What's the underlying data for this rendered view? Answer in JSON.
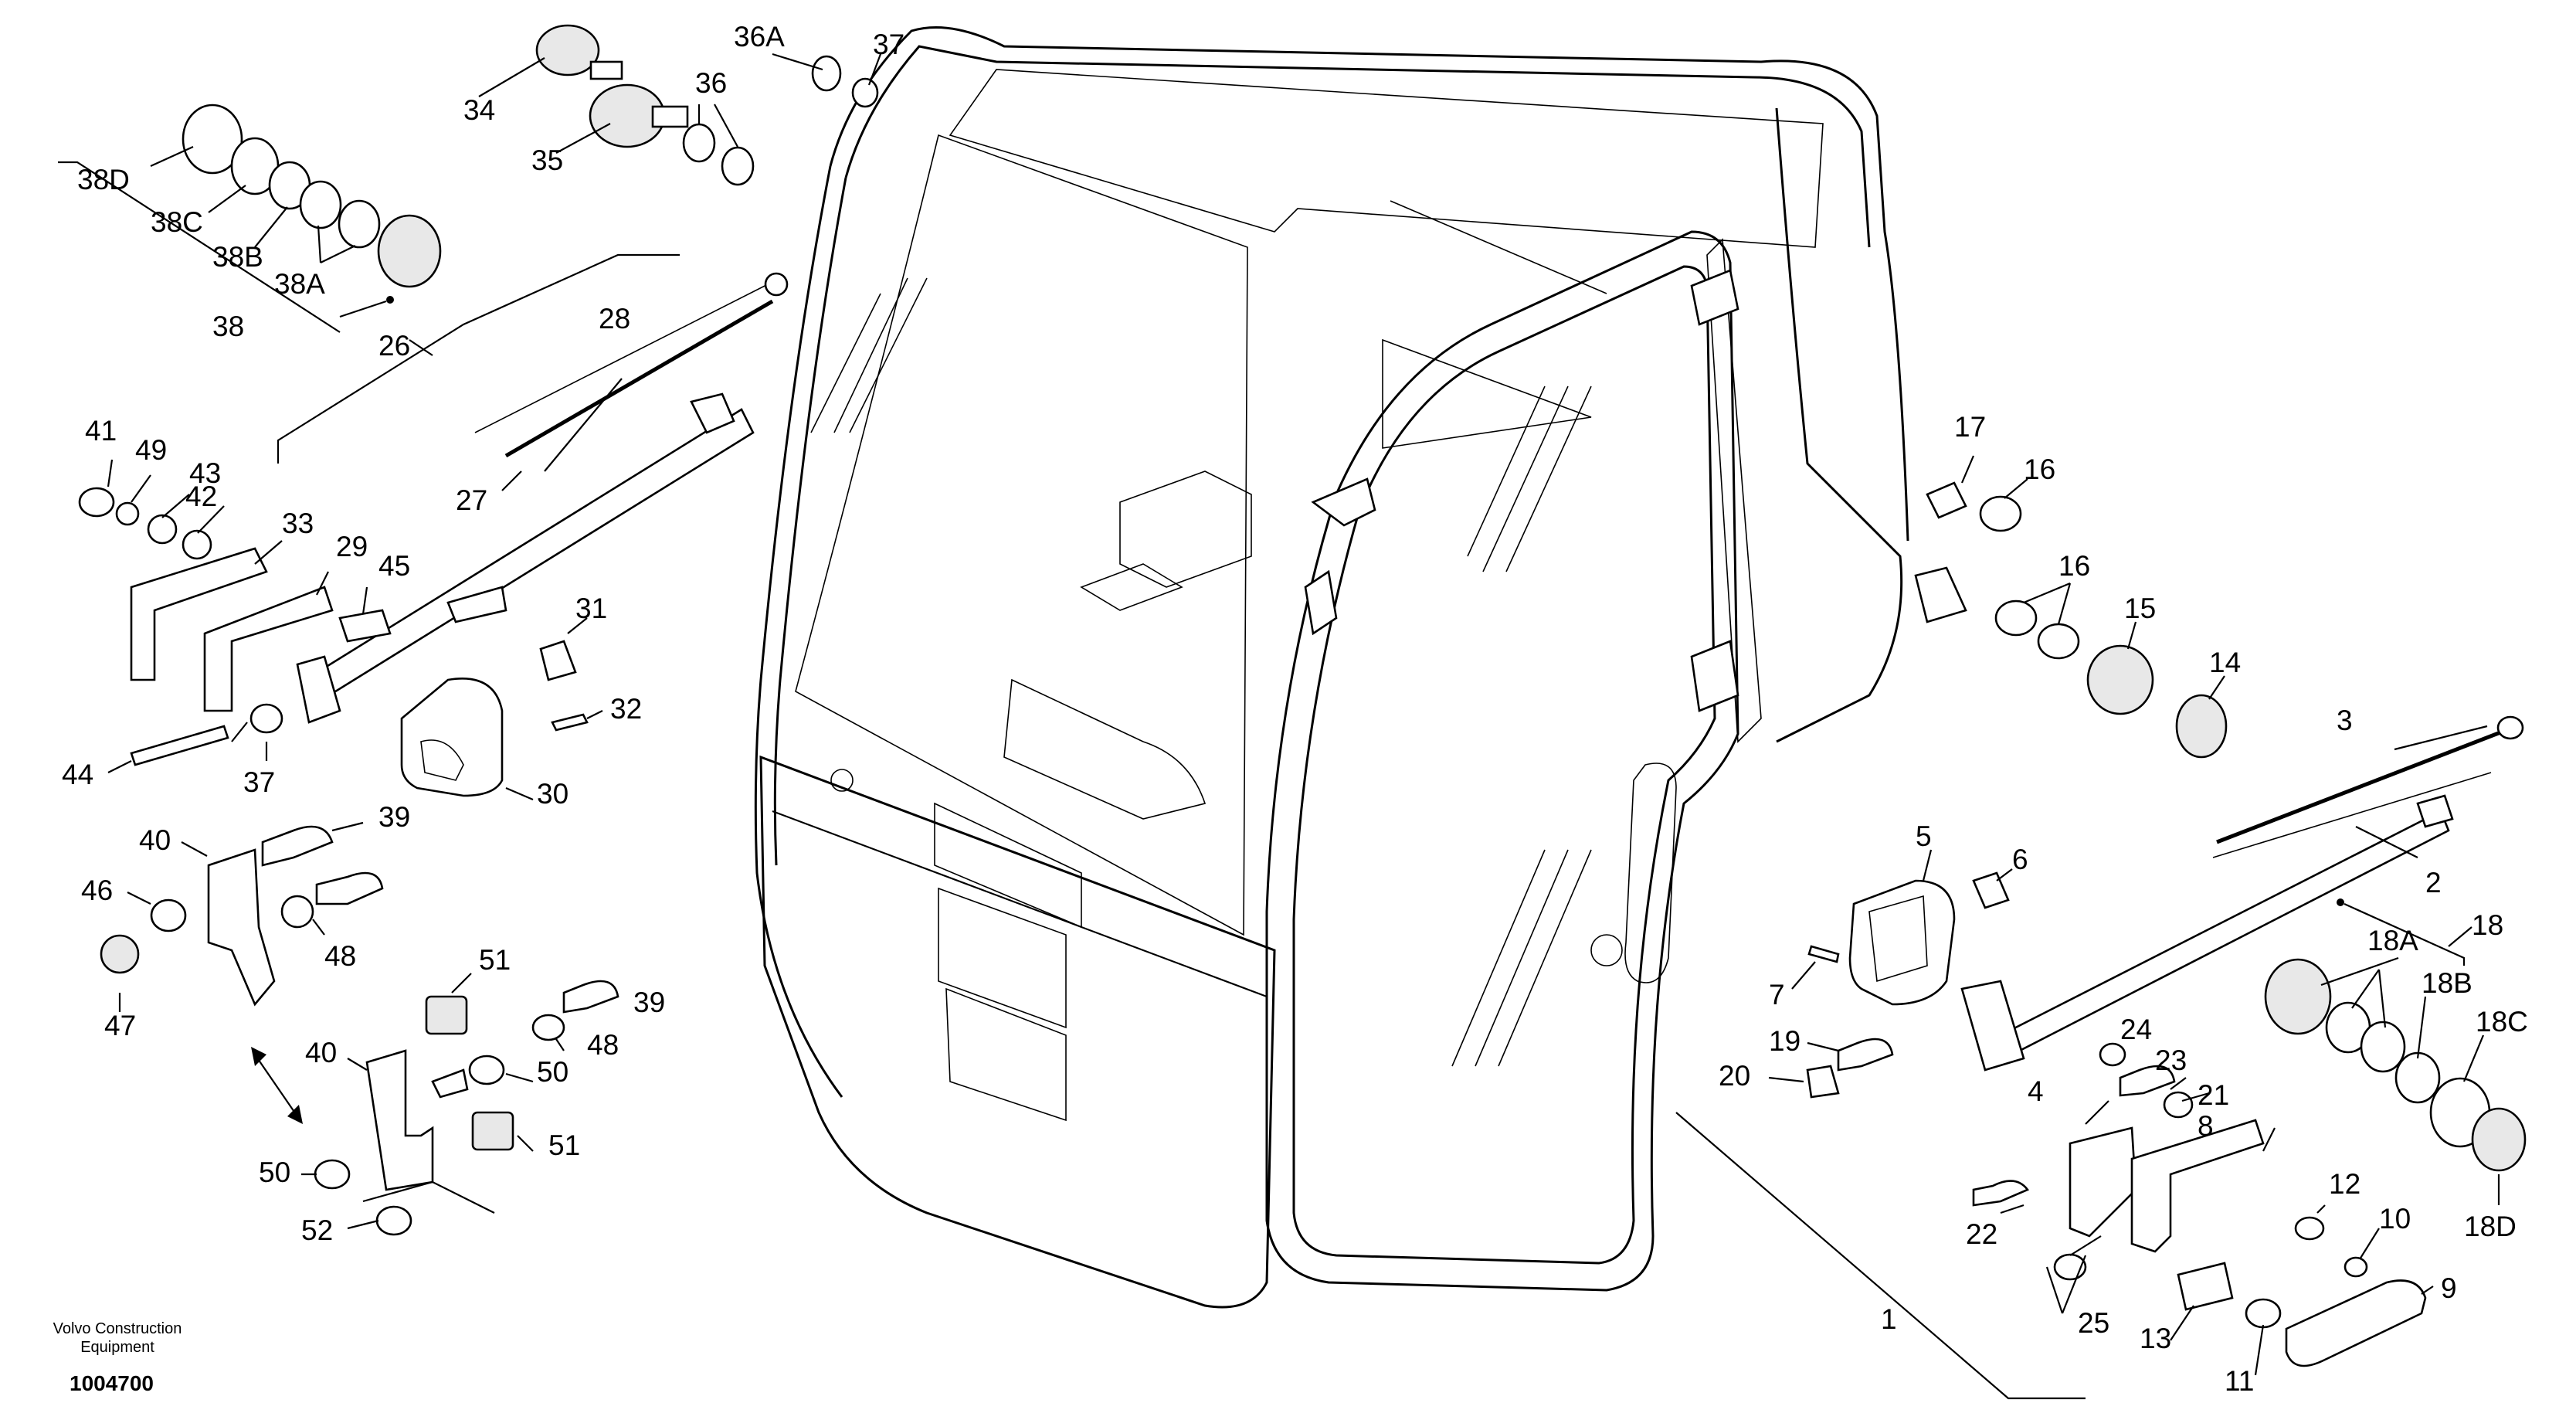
{
  "labels": {
    "l1": "1",
    "l2": "2",
    "l3": "3",
    "l4": "4",
    "l5": "5",
    "l6": "6",
    "l7": "7",
    "l8": "8",
    "l9": "9",
    "l10": "10",
    "l11": "11",
    "l12": "12",
    "l13": "13",
    "l14": "14",
    "l15": "15",
    "l16a": "16",
    "l16b": "16",
    "l17": "17",
    "l18": "18",
    "l18a": "18A",
    "l18b": "18B",
    "l18c": "18C",
    "l18d": "18D",
    "l19": "19",
    "l20": "20",
    "l21": "21",
    "l22": "22",
    "l23": "23",
    "l24": "24",
    "l25": "25",
    "l26": "26",
    "l27": "27",
    "l28": "28",
    "l29": "29",
    "l30": "30",
    "l31": "31",
    "l32": "32",
    "l33": "33",
    "l34": "34",
    "l35": "35",
    "l36": "36",
    "l36a": "36A",
    "l37a": "37",
    "l37b": "37",
    "l38": "38",
    "l38a": "38A",
    "l38b": "38B",
    "l38c": "38C",
    "l38d": "38D",
    "l39a": "39",
    "l39b": "39",
    "l40a": "40",
    "l40b": "40",
    "l41": "41",
    "l42": "42",
    "l43": "43",
    "l44": "44",
    "l45": "45",
    "l46": "46",
    "l47": "47",
    "l48a": "48",
    "l48b": "48",
    "l49": "49",
    "l50a": "50",
    "l50b": "50",
    "l51a": "51",
    "l51b": "51",
    "l52": "52"
  },
  "footer": {
    "company_line1": "Volvo Construction",
    "company_line2": "Equipment",
    "drawing_number": "1004700"
  },
  "colors": {
    "ink": "#000000",
    "paper": "#ffffff",
    "rubber": "#e8e8e8"
  }
}
